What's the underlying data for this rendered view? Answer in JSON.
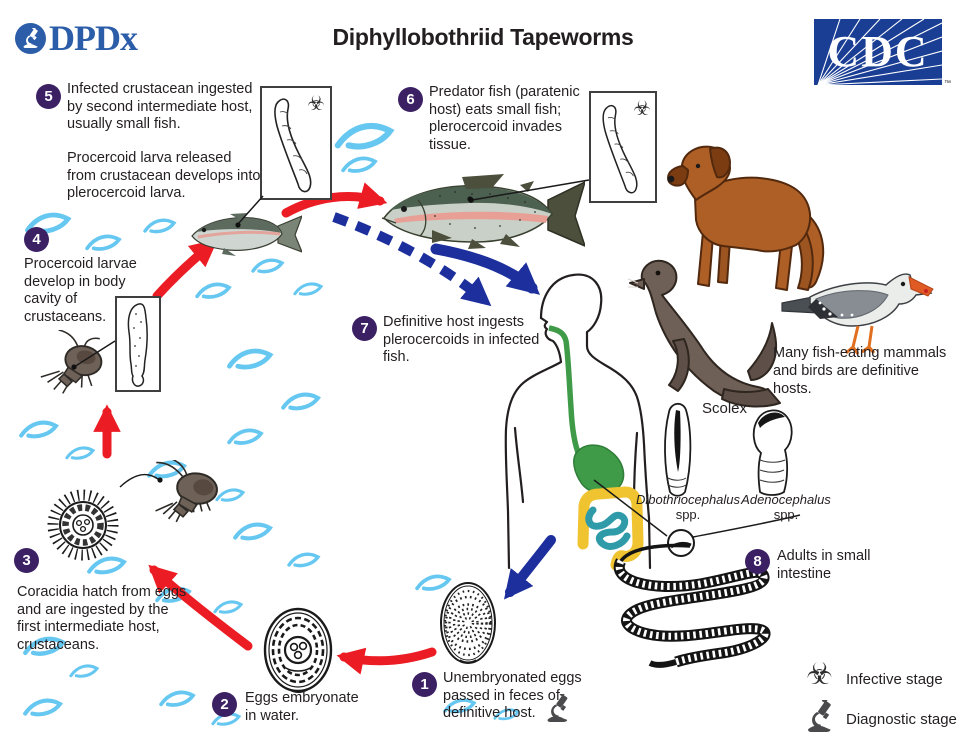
{
  "title": "Diphyllobothriid Tapeworms",
  "logos": {
    "dpdx_text": "DPDx",
    "cdc_text": "CDC",
    "cdc_tm": "™"
  },
  "stages": [
    {
      "number": "1",
      "text": "Unembryonated eggs passed in feces of definitive host."
    },
    {
      "number": "2",
      "text": "Eggs embryonate in water."
    },
    {
      "number": "3",
      "text": "Coracidia hatch from eggs and are ingested by the first intermediate host, crustaceans."
    },
    {
      "number": "4",
      "text": "Procercoid larvae develop in body cavity of crustaceans."
    },
    {
      "number": "5",
      "text": "Infected crustacean ingested by second intermediate host, usually small fish.",
      "text2": "Procercoid larva released from crustacean develops into plerocercoid larva."
    },
    {
      "number": "6",
      "text": "Predator fish (paratenic host) eats small fish; plerocercoid invades tissue."
    },
    {
      "number": "7",
      "text": "Definitive host ingests plerocercoids in infected fish."
    },
    {
      "number": "8",
      "text": "Adults in small intestine"
    }
  ],
  "labels": {
    "hosts_note": "Many fish-eating mammals and birds are definitive hosts.",
    "scolex": "Scolex",
    "species_left_genus": "Dibothriocephalus",
    "species_left_suffix": " spp.",
    "species_right_genus": "Adenocephalus",
    "species_right_suffix": " spp."
  },
  "legend": {
    "infective": "Infective stage",
    "diagnostic": "Diagnostic stage"
  },
  "icons": {
    "biohazard": "☣"
  },
  "colors": {
    "arrow_red": "#ec1c24",
    "arrow_blue": "#1c2f9c",
    "badge_purple": "#3b2064",
    "wave_blue": "#66c7f1",
    "dpdx_blue": "#2c5da8",
    "cdc_blue": "#1a3e94",
    "text": "#231f20"
  }
}
